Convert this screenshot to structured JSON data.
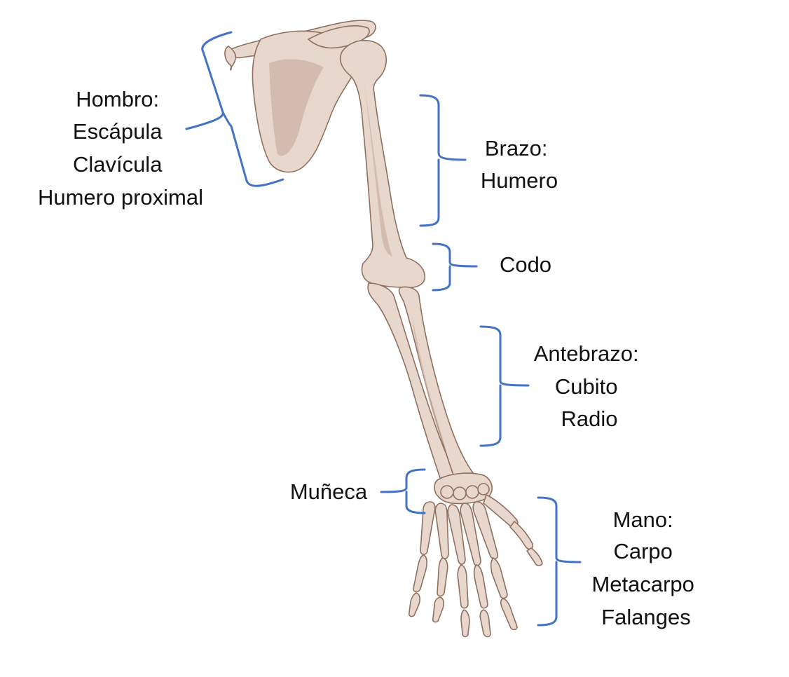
{
  "labels": {
    "hombro": [
      "Hombro:",
      "Escápula",
      "Clavícula",
      "Humero proximal"
    ],
    "brazo": [
      "Brazo:",
      "Humero"
    ],
    "codo": [
      "Codo"
    ],
    "antebrazo": [
      "Antebrazo:",
      "Cubito",
      "Radio"
    ],
    "muneca": [
      "Muñeca"
    ],
    "mano": [
      "Mano:",
      "Carpo",
      "Metacarpo",
      "Falanges"
    ]
  },
  "colors": {
    "bone_fill": "#e8d7cc",
    "bone_outline": "#8f7060",
    "bone_shadow": "#cbb1a2",
    "bracket": "#4472c4",
    "text": "#111111",
    "background": "#ffffff"
  }
}
